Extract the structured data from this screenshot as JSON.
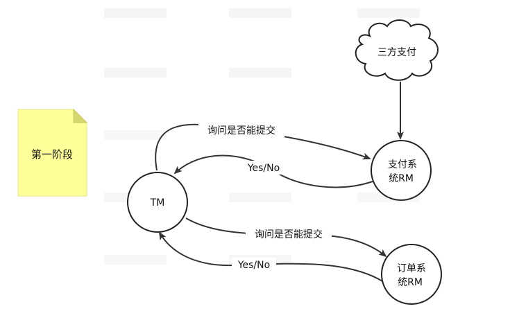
{
  "diagram": {
    "note": {
      "label": "第一阶段",
      "fill": "#ffff99",
      "fold": "#d6d66e"
    },
    "nodes": {
      "tm": {
        "label": "TM"
      },
      "pay_rm": {
        "line1": "支付系",
        "line2": "统RM"
      },
      "order_rm": {
        "line1": "订单系",
        "line2": "统RM"
      },
      "third_party": {
        "label": "三方支付"
      }
    },
    "edges": {
      "tm_to_pay": {
        "label": "询问是否能提交"
      },
      "pay_to_tm": {
        "label": "Yes/No"
      },
      "tm_to_order": {
        "label": "询问是否能提交"
      },
      "order_to_tm": {
        "label": "Yes/No"
      }
    }
  }
}
